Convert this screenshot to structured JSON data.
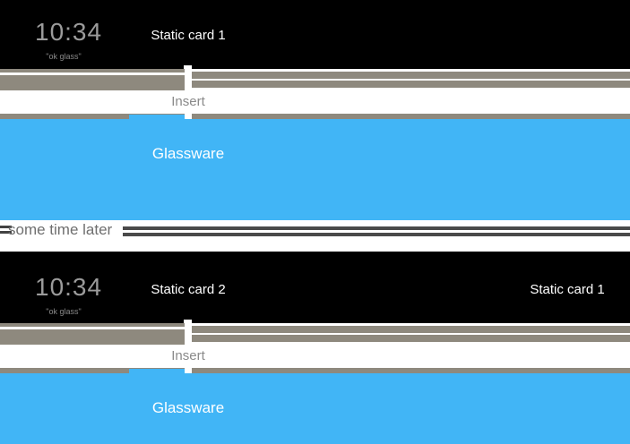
{
  "colors": {
    "card_black": "#000000",
    "stack_gray": "#8e897e",
    "glassware_blue": "#41b5f6",
    "card_text_white": "#ffffff",
    "clock_gray": "#9b9b9b",
    "insert_label_gray": "#8a8a8a",
    "divider_line_gray": "#4a4a4a",
    "divider_text_gray": "#6f6f6f"
  },
  "sections": [
    {
      "home_card": {
        "clock": "10:34",
        "hotword": "\"ok glass\""
      },
      "timeline_cards": [
        {
          "label": "Static card 1"
        }
      ],
      "insert_label": "Insert",
      "glassware_card": {
        "label": "Glassware"
      }
    },
    {
      "home_card": {
        "clock": "10:34",
        "hotword": "\"ok glass\""
      },
      "timeline_cards": [
        {
          "label": "Static card 2"
        },
        {
          "label": "Static card 1"
        }
      ],
      "insert_label": "Insert",
      "glassware_card": {
        "label": "Glassware"
      }
    }
  ],
  "divider": {
    "label": "some time later"
  }
}
